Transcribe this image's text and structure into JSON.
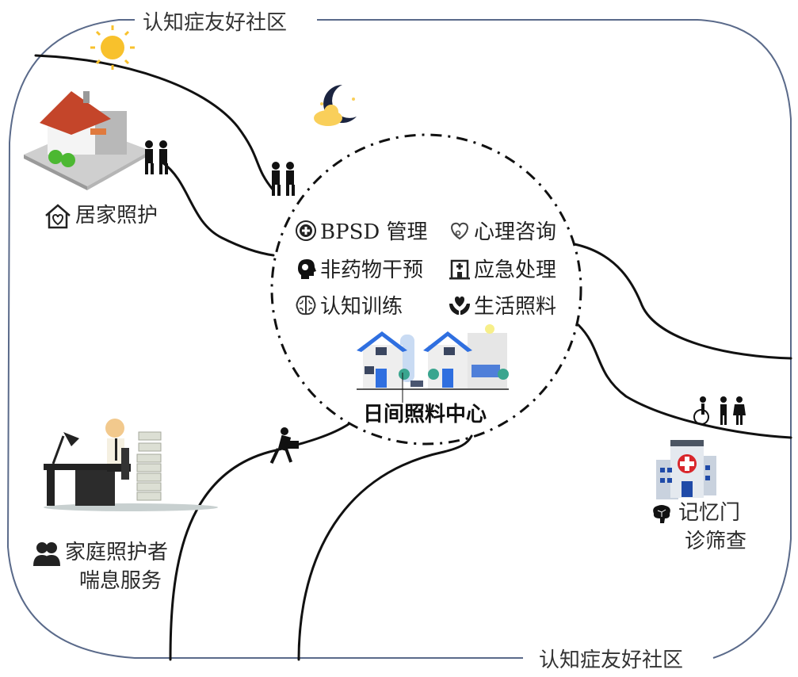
{
  "frame": {
    "top_title": "认知症友好社区",
    "bottom_title": "认知症友好社区",
    "border_color": "#5a6a8a"
  },
  "center": {
    "title": "日间照料中心",
    "services": [
      {
        "icon": "medical-cross-icon",
        "label": "BPSD 管理"
      },
      {
        "icon": "stethoscope-heart-icon",
        "label": "心理咨询"
      },
      {
        "icon": "head-brain-icon",
        "label": "非药物干预"
      },
      {
        "icon": "hospital-building-icon",
        "label": "应急处理"
      },
      {
        "icon": "brain-icon",
        "label": "认知训练"
      },
      {
        "icon": "hands-heart-icon",
        "label": "生活照料"
      }
    ]
  },
  "nodes": {
    "home_care": {
      "icon": "house-heart-icon",
      "label": "居家照护"
    },
    "caregiver_respite": {
      "icon": "people-icon",
      "line1": "家庭照护者",
      "line2": "喘息服务"
    },
    "memory_clinic": {
      "icon": "brain-icon",
      "line1": "记忆门",
      "line2": "诊筛查"
    }
  },
  "decor": {
    "sun": "sun-icon",
    "moon": "moon-cloud-icon",
    "colors": {
      "sun": "#f8c12c",
      "moon": "#1b2440",
      "cloud": "#f9cf5a",
      "roof_blue": "#2f6fe0",
      "hospital_red": "#d9262b"
    }
  }
}
